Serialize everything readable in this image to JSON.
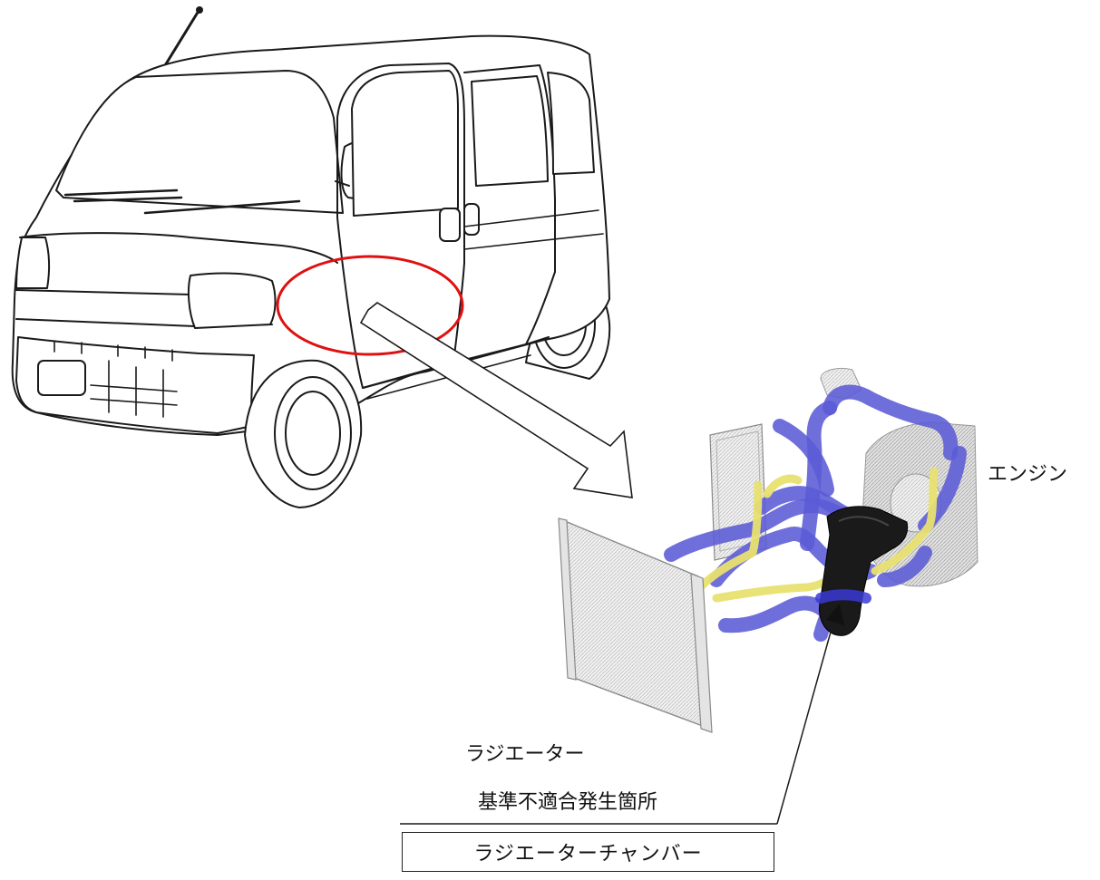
{
  "labels": {
    "engine": "エンジン",
    "radiator": "ラジエーター",
    "defect_location": "基準不適合発生箇所",
    "part_name": "ラジエーターチャンバー"
  },
  "colors": {
    "highlight_ellipse": "#e01010",
    "coolant_hose": "#5b5bd6",
    "heater_hose": "#e8e070",
    "chamber": "#1a1a1a"
  }
}
